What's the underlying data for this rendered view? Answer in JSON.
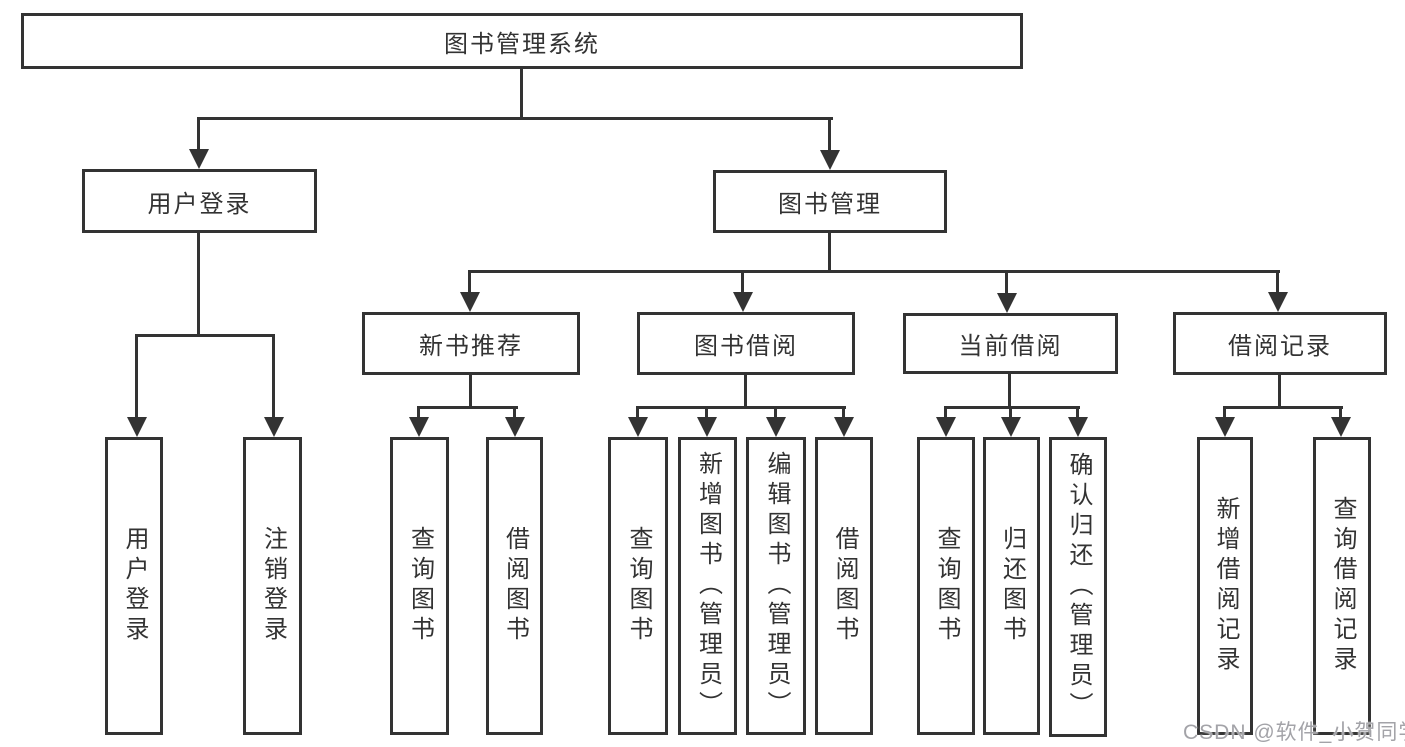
{
  "title": "图书管理系统",
  "colors": {
    "line": "#333333",
    "box_border": "#333333",
    "box_fill": "#ffffff",
    "text": "#333333",
    "watermark": "#a3a3a8"
  },
  "watermark": {
    "text": "CSDN @软件_小贺同学"
  },
  "tree": {
    "root": "图书管理系统",
    "branches": [
      {
        "label": "用户登录",
        "children": [
          "用户登录",
          "注销登录"
        ]
      },
      {
        "label": "图书管理",
        "groups": [
          {
            "label": "新书推荐",
            "children": [
              "查询图书",
              "借阅图书"
            ]
          },
          {
            "label": "图书借阅",
            "children": [
              "查询图书",
              "新增图书（管理员）",
              "编辑图书（管理员）",
              "借阅图书"
            ]
          },
          {
            "label": "当前借阅",
            "children": [
              "查询图书",
              "归还图书",
              "确认归还（管理员）"
            ]
          },
          {
            "label": "借阅记录",
            "children": [
              "新增借阅记录",
              "查询借阅记录"
            ]
          }
        ]
      }
    ]
  }
}
